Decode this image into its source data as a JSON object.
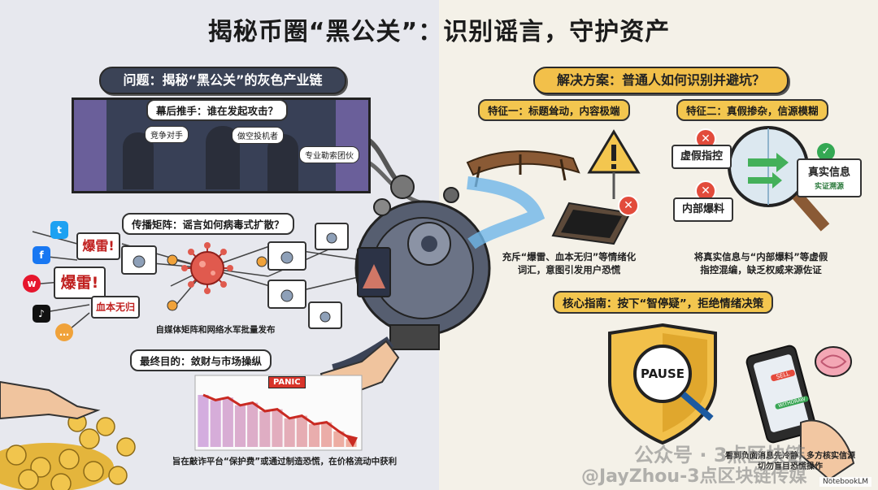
{
  "title": "揭秘币圈“黑公关”：识别谣言，守护资产",
  "left": {
    "header": "问题：揭秘“黑公关”的灰色产业链",
    "section1": {
      "label": "幕后推手：谁在发起攻击？",
      "actors": [
        "竞争对手",
        "做空投机者",
        "专业勒索团伙"
      ]
    },
    "section2": {
      "label": "传播矩阵：谣言如何病毒式扩散？",
      "cards": [
        "爆雷!",
        "爆雷!",
        "血本无归"
      ],
      "caption": "自媒体矩阵和网络水军批量发布"
    },
    "section3": {
      "label": "最终目的：敛财与市场操纵",
      "chart_sign": "PANIC",
      "caption": "旨在敲诈平台“保护费”或通过制造恐慌，在价格流动中获利"
    }
  },
  "right": {
    "header": "解决方案：普通人如何识别并避坑？",
    "feature1": {
      "label": "特征一：标题耸动，内容极端",
      "caption_line1": "充斥“爆雷、血本无归”等情绪化",
      "caption_line2": "词汇，意图引发用户恐慌"
    },
    "feature2": {
      "label": "特征二：真假掺杂，信源模糊",
      "fake1": "虚假指控",
      "fake2": "内部爆料",
      "real": "真实信息",
      "verify": "实证溯源",
      "caption_line1": "将真实信息与“内部爆料”等虚假",
      "caption_line2": "指控混编，缺乏权威来源佐证"
    },
    "guide": {
      "label": "核心指南：按下“智停疑”，拒绝情绪决策",
      "shield_text": "PAUSE",
      "sell": "SELL",
      "withdraw": "WITHDRAW",
      "caption_line1": "看到负面消息先冷静，多方核实信源",
      "caption_line2": "切勿盲目恐慌操作"
    }
  },
  "watermarks": {
    "account": "公众号 · 3点区块链",
    "author": "@JayZhou-3点区块链传媒",
    "brand": "NotebookLM"
  },
  "colors": {
    "dark_panel": "#3b4356",
    "gold": "#f2c04a",
    "red": "#d8342a",
    "green": "#34a853"
  },
  "chart_data": {
    "type": "line",
    "series": [
      {
        "values": [
          80,
          72,
          76,
          64,
          68,
          55,
          58,
          44,
          48,
          35,
          38,
          24,
          12
        ]
      }
    ],
    "ylim": [
      0,
      100
    ]
  }
}
